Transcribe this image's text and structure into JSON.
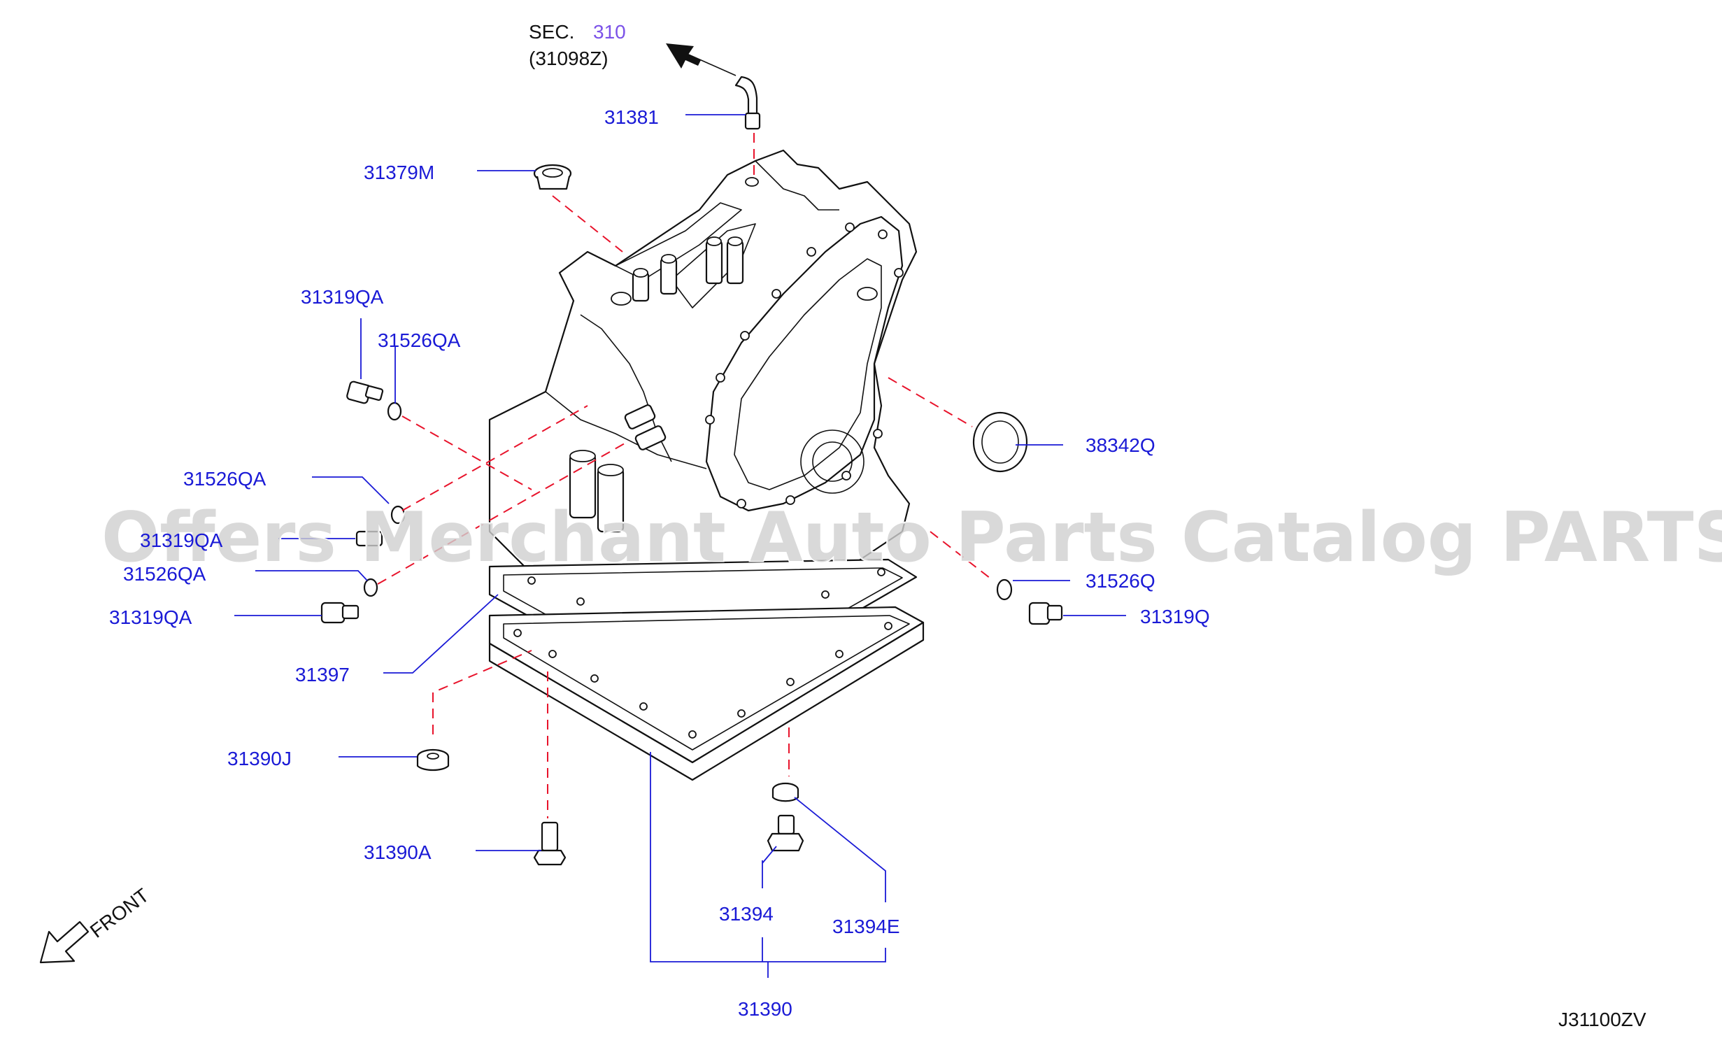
{
  "diagram": {
    "section_ref": {
      "prefix": "SEC.",
      "number": "310",
      "sub_code": "(31098Z)"
    },
    "part_labels": {
      "p31381": "31381",
      "p31379M": "31379M",
      "p31319QA_top": "31319QA",
      "p31526QA_top": "31526QA",
      "p38342Q": "38342Q",
      "p31526QA_mid": "31526QA",
      "p31319QA_mid": "31319QA",
      "p31526QA_low": "31526QA",
      "p31319QA_low": "31319QA",
      "p31526Q": "31526Q",
      "p31319Q": "31319Q",
      "p31397": "31397",
      "p31390J": "31390J",
      "p31390A": "31390A",
      "p31394": "31394",
      "p31394E": "31394E",
      "p31390": "31390"
    },
    "front_label": "FRONT",
    "diagram_code": "J31100ZV",
    "watermark": "Offers Merchant Auto Parts Catalog PARTSTORE.SA",
    "colors": {
      "label_link": "#1a1ad6",
      "section_link": "#7b52e8",
      "leader_dash": "#e8132b",
      "line_art": "#111111",
      "watermark": "#cfcfcf"
    }
  }
}
